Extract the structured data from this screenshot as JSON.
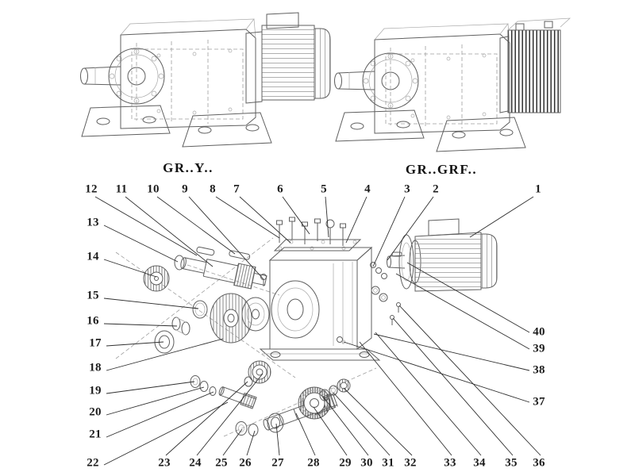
{
  "variants": {
    "left": "GR..Y..",
    "right": "GR..GRF.."
  },
  "callouts": {
    "1": "1",
    "2": "2",
    "3": "3",
    "4": "4",
    "5": "5",
    "6": "6",
    "7": "7",
    "8": "8",
    "9": "9",
    "10": "10",
    "11": "11",
    "12": "12",
    "13": "13",
    "14": "14",
    "15": "15",
    "16": "16",
    "17": "17",
    "18": "18",
    "19": "19",
    "20": "20",
    "21": "21",
    "22": "22",
    "23": "23",
    "24": "24",
    "25": "25",
    "26": "26",
    "27": "27",
    "28": "28",
    "29": "29",
    "30": "30",
    "31": "31",
    "32": "32",
    "33": "33",
    "34": "34",
    "35": "35",
    "36": "36",
    "37": "37",
    "38": "38",
    "39": "39",
    "40": "40"
  },
  "colors": {
    "background": "#ffffff",
    "line_art": "#5f5f5f",
    "leader_line": "#2f2f2f",
    "label_text": "#1c1c1c"
  }
}
